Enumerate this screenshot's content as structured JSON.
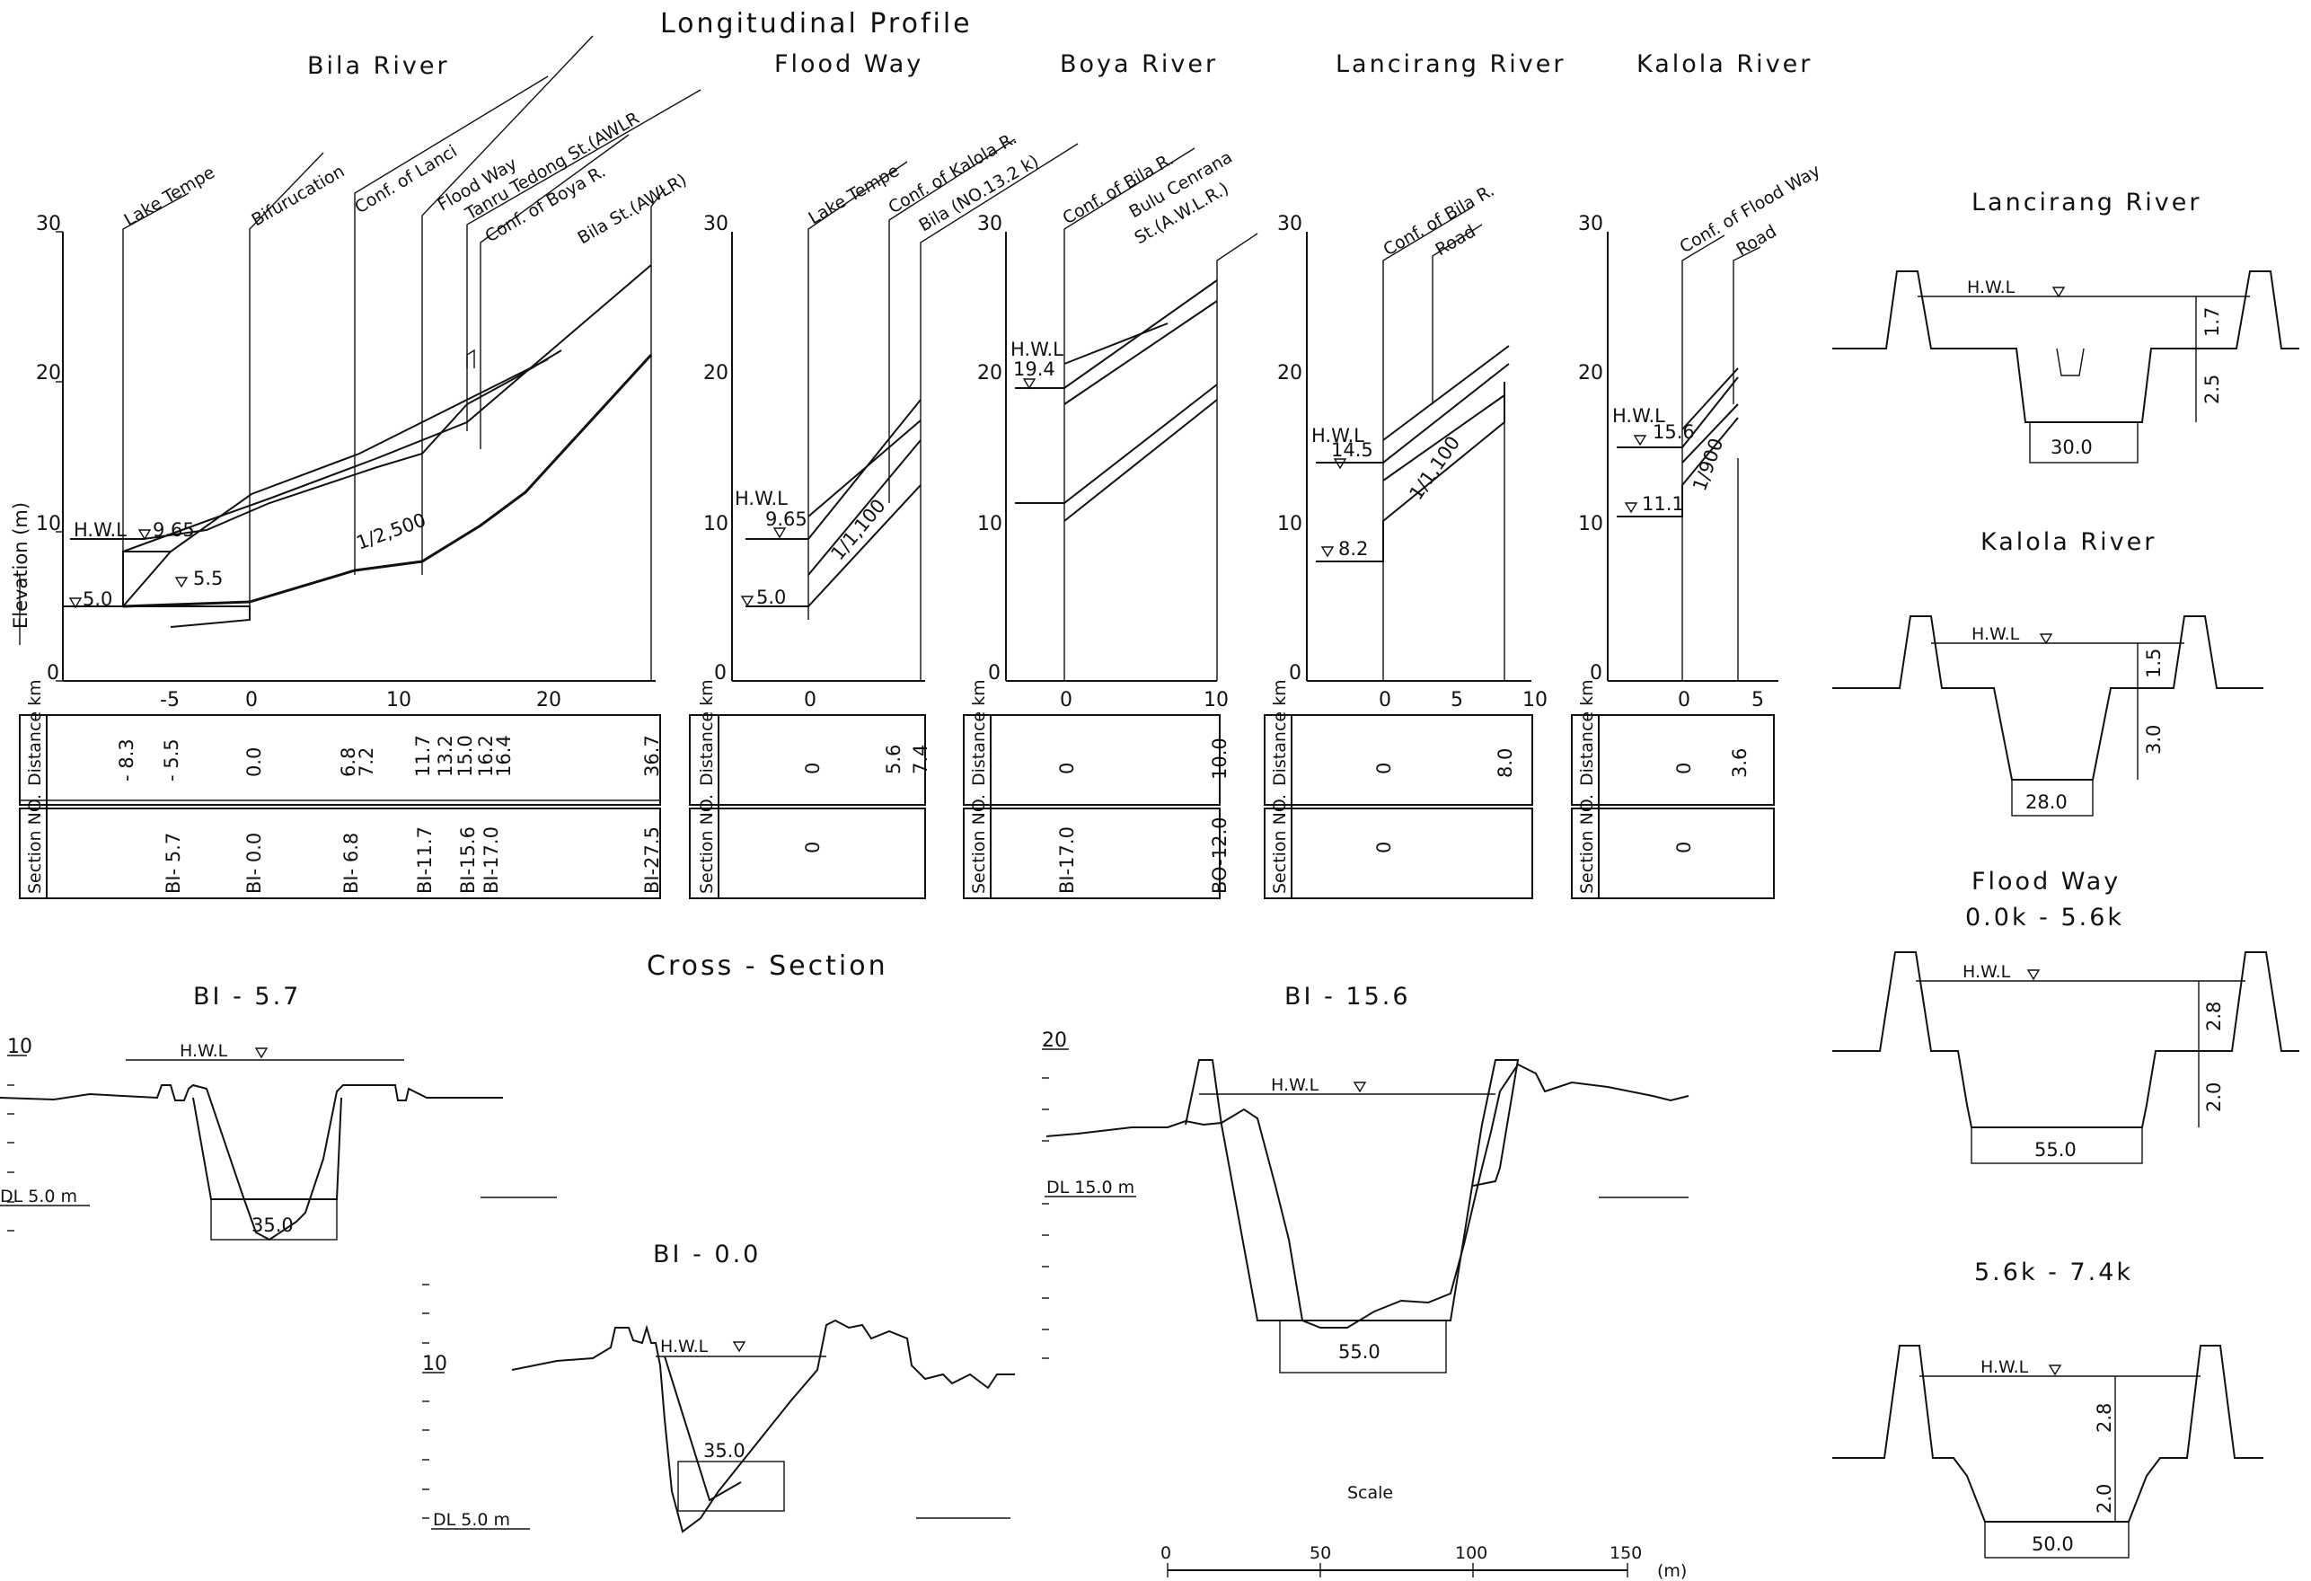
{
  "titles": {
    "longitudinal": "Longitudinal Profile",
    "cross_section": "Cross - Section",
    "scale": "Scale",
    "scale_unit": "(m)",
    "scale_ticks": [
      "0",
      "50",
      "100",
      "150"
    ]
  },
  "common": {
    "elevation_axis": "Elevation (m)",
    "hwl": "H.W.L",
    "hwl2": "H.W.L",
    "distance_header": "Distance km",
    "section_header": "Section NO."
  },
  "bila": {
    "name": "Bila River",
    "points": [
      "Lake Tempe",
      "Bifurucation",
      "Conf. of Lanci",
      "Flood Way",
      "Tanru Tedong St.(AWLR",
      "Conf. of Boya R.",
      "Bila St.(AWLR)"
    ],
    "y_ticks": [
      "30",
      "20",
      "10",
      "0"
    ],
    "x_ticks": [
      "-5",
      "0",
      "10",
      "20"
    ],
    "hwl_value": "9.65",
    "bed_levels": [
      "5.0",
      "5.5"
    ],
    "slope": "1/2,500",
    "distances": [
      "- 8.3",
      "- 5.5",
      "0.0",
      "6.8",
      "7.2",
      "11.7",
      "13.2",
      "15.0",
      "16.2",
      "16.4",
      "36.7"
    ],
    "sections": [
      "BI- 5.7",
      "BI- 0.0",
      "BI- 6.8",
      "BI-11.7",
      "BI-15.6",
      "BI-17.0",
      "BI-27.5"
    ]
  },
  "floodway": {
    "name": "Flood Way",
    "points": [
      "Lake Tempe",
      "Conf. of Kalola R.",
      "Bila (NO.13.2 k)"
    ],
    "y_ticks": [
      "30",
      "20",
      "10",
      "0"
    ],
    "x_ticks": [
      "0"
    ],
    "hwl_value": "9.65",
    "bed_level": "5.0",
    "slope": "1/1,100",
    "distances": [
      "0",
      "5.6",
      "7.4"
    ],
    "sections": [
      "0"
    ]
  },
  "boya": {
    "name": "Boya River",
    "points": [
      "Conf. of Bila R.",
      "Bulu Cenrana",
      "St.(A.W.L.R.)"
    ],
    "y_ticks": [
      "30",
      "20",
      "10",
      "0"
    ],
    "x_ticks": [
      "0",
      "10"
    ],
    "hwl_value": "19.4",
    "distances": [
      "0",
      "10.0"
    ],
    "sections": [
      "BI-17.0",
      "BO-12.0"
    ]
  },
  "lancirang": {
    "name": "Lancirang River",
    "points": [
      "Conf. of Bila R.",
      "Road"
    ],
    "y_ticks": [
      "30",
      "20",
      "10",
      "0"
    ],
    "x_ticks": [
      "0",
      "5",
      "10"
    ],
    "hwl_value": "14.5",
    "bed_level": "8.2",
    "slope": "1/1,100",
    "distances": [
      "0",
      "8.0"
    ],
    "sections": [
      "0"
    ]
  },
  "kalola": {
    "name": "Kalola River",
    "points": [
      "Conf. of Flood Way",
      "Road"
    ],
    "y_ticks": [
      "30",
      "20",
      "10",
      "0"
    ],
    "x_ticks": [
      "0",
      "5"
    ],
    "hwl_value": "15.6",
    "bed_level": "11.1",
    "slope": "1/900",
    "distances": [
      "0",
      "3.6"
    ],
    "sections": [
      "0"
    ]
  },
  "typical_sections": {
    "lancirang": {
      "title": "Lancirang River",
      "depth_upper": "1.7",
      "depth_lower": "2.5",
      "width": "30.0"
    },
    "kalola": {
      "title": "Kalola River",
      "depth_upper": "1.5",
      "depth_lower": "3.0",
      "width": "28.0"
    },
    "floodway_a": {
      "title": "Flood Way",
      "range": "0.0k - 5.6k",
      "depth_upper": "2.8",
      "depth_lower": "2.0",
      "width": "55.0"
    },
    "floodway_b": {
      "range": "5.6k - 7.4k",
      "depth_upper": "2.8",
      "depth_lower": "2.0",
      "width": "50.0"
    }
  },
  "cross_sections": {
    "bi57": {
      "title": "BI - 5.7",
      "y_top": "10",
      "datum": "DL 5.0 m",
      "width": "35.0"
    },
    "bi00": {
      "title": "BI - 0.0",
      "y_top": "10",
      "datum": "DL 5.0 m",
      "width": "35.0"
    },
    "bi156": {
      "title": "BI - 15.6",
      "y_top": "20",
      "datum": "DL 15.0 m",
      "width": "55.0"
    }
  }
}
